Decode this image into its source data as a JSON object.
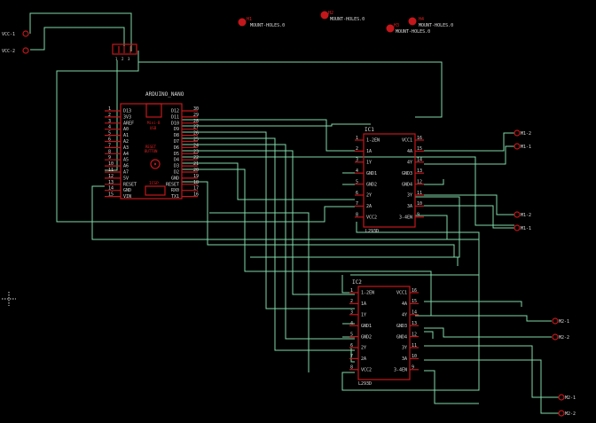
{
  "mounts": [
    {
      "ref": "H1",
      "value": "MOUNT-HOLES.0"
    },
    {
      "ref": "H2",
      "value": "MOUNT-HOLES.0"
    },
    {
      "ref": "H3",
      "value": "MOUNT-HOLES.0"
    },
    {
      "ref": "H4",
      "value": "MOUNT-HOLES.0"
    }
  ],
  "power": {
    "vcc1": "VCC-1",
    "vcc2": "VCC-2",
    "connector_pins": [
      "1",
      "2",
      "3"
    ]
  },
  "arduino": {
    "name": "ARDUINO_NANO",
    "left_nums": [
      "1",
      "2",
      "3",
      "4",
      "5",
      "6",
      "7",
      "8",
      "9",
      "10",
      "11",
      "12",
      "13",
      "14",
      "15"
    ],
    "left_pins": [
      "D13",
      "3V3",
      "AREF",
      "A0",
      "A1",
      "A2",
      "A3",
      "A4",
      "A5",
      "A6",
      "A7",
      "5V",
      "RESET",
      "GND",
      "VIN"
    ],
    "right_pins": [
      "D12",
      "D11",
      "D10",
      "D9",
      "D8",
      "D7",
      "D6",
      "D5",
      "D4",
      "D3",
      "D2",
      "GND",
      "RESET",
      "RX0",
      "TX1"
    ],
    "right_nums": [
      "30",
      "29",
      "28",
      "27",
      "26",
      "25",
      "24",
      "23",
      "22",
      "21",
      "20",
      "19",
      "18",
      "17",
      "16"
    ],
    "usb": "Mini-B\nUSB",
    "reset": "RESET\nBUTTON",
    "icsp": "ICSP"
  },
  "ic1": {
    "ref": "IC1",
    "part": "L293D",
    "left_nums": [
      "1",
      "2",
      "3",
      "4",
      "5",
      "6",
      "7",
      "8"
    ],
    "left_pins": [
      "1-2EN",
      "1A",
      "1Y",
      "GND1",
      "GND2",
      "2Y",
      "2A",
      "VCC2"
    ],
    "right_pins": [
      "VCC1",
      "4A",
      "4Y",
      "GND3",
      "GND4",
      "3Y",
      "3A",
      "3-4EN"
    ],
    "right_nums": [
      "16",
      "15",
      "14",
      "13",
      "12",
      "11",
      "10",
      "9"
    ],
    "motors": [
      "M1-2",
      "M1-1",
      "M1-2",
      "M1-1"
    ]
  },
  "ic2": {
    "ref": "IC2",
    "part": "L293D",
    "left_nums": [
      "1",
      "2",
      "3",
      "4",
      "5",
      "6",
      "7",
      "8"
    ],
    "left_pins": [
      "1-2EN",
      "1A",
      "1Y",
      "GND1",
      "GND2",
      "2Y",
      "2A",
      "VCC2"
    ],
    "right_pins": [
      "VCC1",
      "4A",
      "4Y",
      "GND3",
      "GND4",
      "3Y",
      "3A",
      "3-4EN"
    ],
    "right_nums": [
      "16",
      "15",
      "14",
      "13",
      "12",
      "11",
      "10",
      "9"
    ],
    "motors": [
      "M2-1",
      "M2-2",
      "M2-1",
      "M2-2"
    ]
  },
  "colors": {
    "wire": "#7fd9a8",
    "component": "#c3171b",
    "label": "#dadada",
    "background": "#000000"
  }
}
